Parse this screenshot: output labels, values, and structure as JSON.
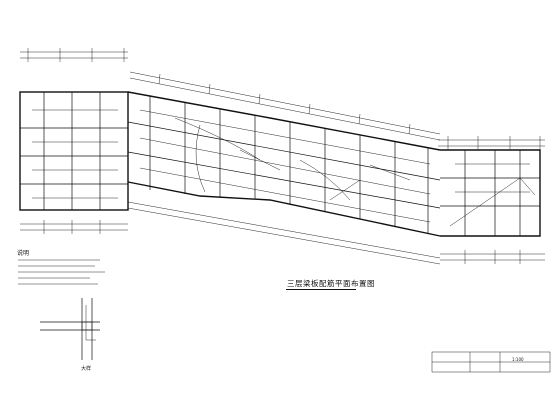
{
  "drawing": {
    "title": "三层梁板配筋平面布置图",
    "notes_label": "说明",
    "detail_label": "大样",
    "title_block_value": "1:100"
  },
  "colors": {
    "ink": "#111111",
    "paper": "#ffffff"
  }
}
